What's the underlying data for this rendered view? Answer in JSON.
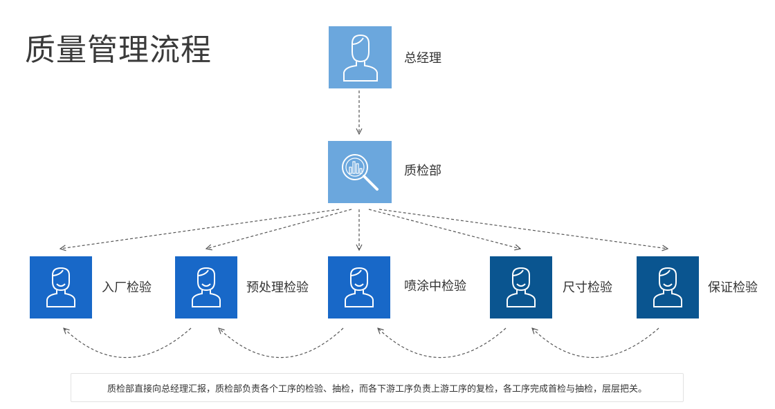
{
  "title": "质量管理流程",
  "colors": {
    "light_blue": "#6ba7dd",
    "blue": "#1868c8",
    "dark_blue": "#0a5590",
    "connector": "#555555"
  },
  "top": {
    "manager": {
      "label": "总经理",
      "icon": "person-icon"
    },
    "qc_dept": {
      "label": "质检部",
      "icon": "magnifier-chart-icon"
    }
  },
  "stations": [
    {
      "label": "入厂检验",
      "icon": "person-icon"
    },
    {
      "label": "预处理检验",
      "icon": "person-icon"
    },
    {
      "label": "喷涂中检验",
      "icon": "person-icon"
    },
    {
      "label": "尺寸检验",
      "icon": "person-icon"
    },
    {
      "label": "保证检验",
      "icon": "person-icon"
    }
  ],
  "caption": "质检部直接向总经理汇报，质检部负责各个工序的检验、抽检，而各下游工序负责上游工序的复检，各工序完成首检与抽检，层层把关。"
}
